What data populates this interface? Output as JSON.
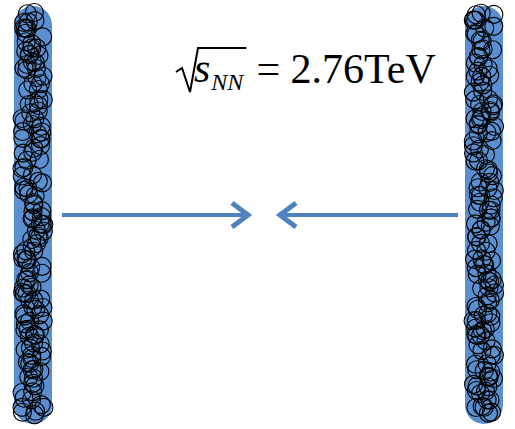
{
  "diagram": {
    "labels": [
      "s",
      "NN",
      "= 2.76TeV"
    ]
  }
}
